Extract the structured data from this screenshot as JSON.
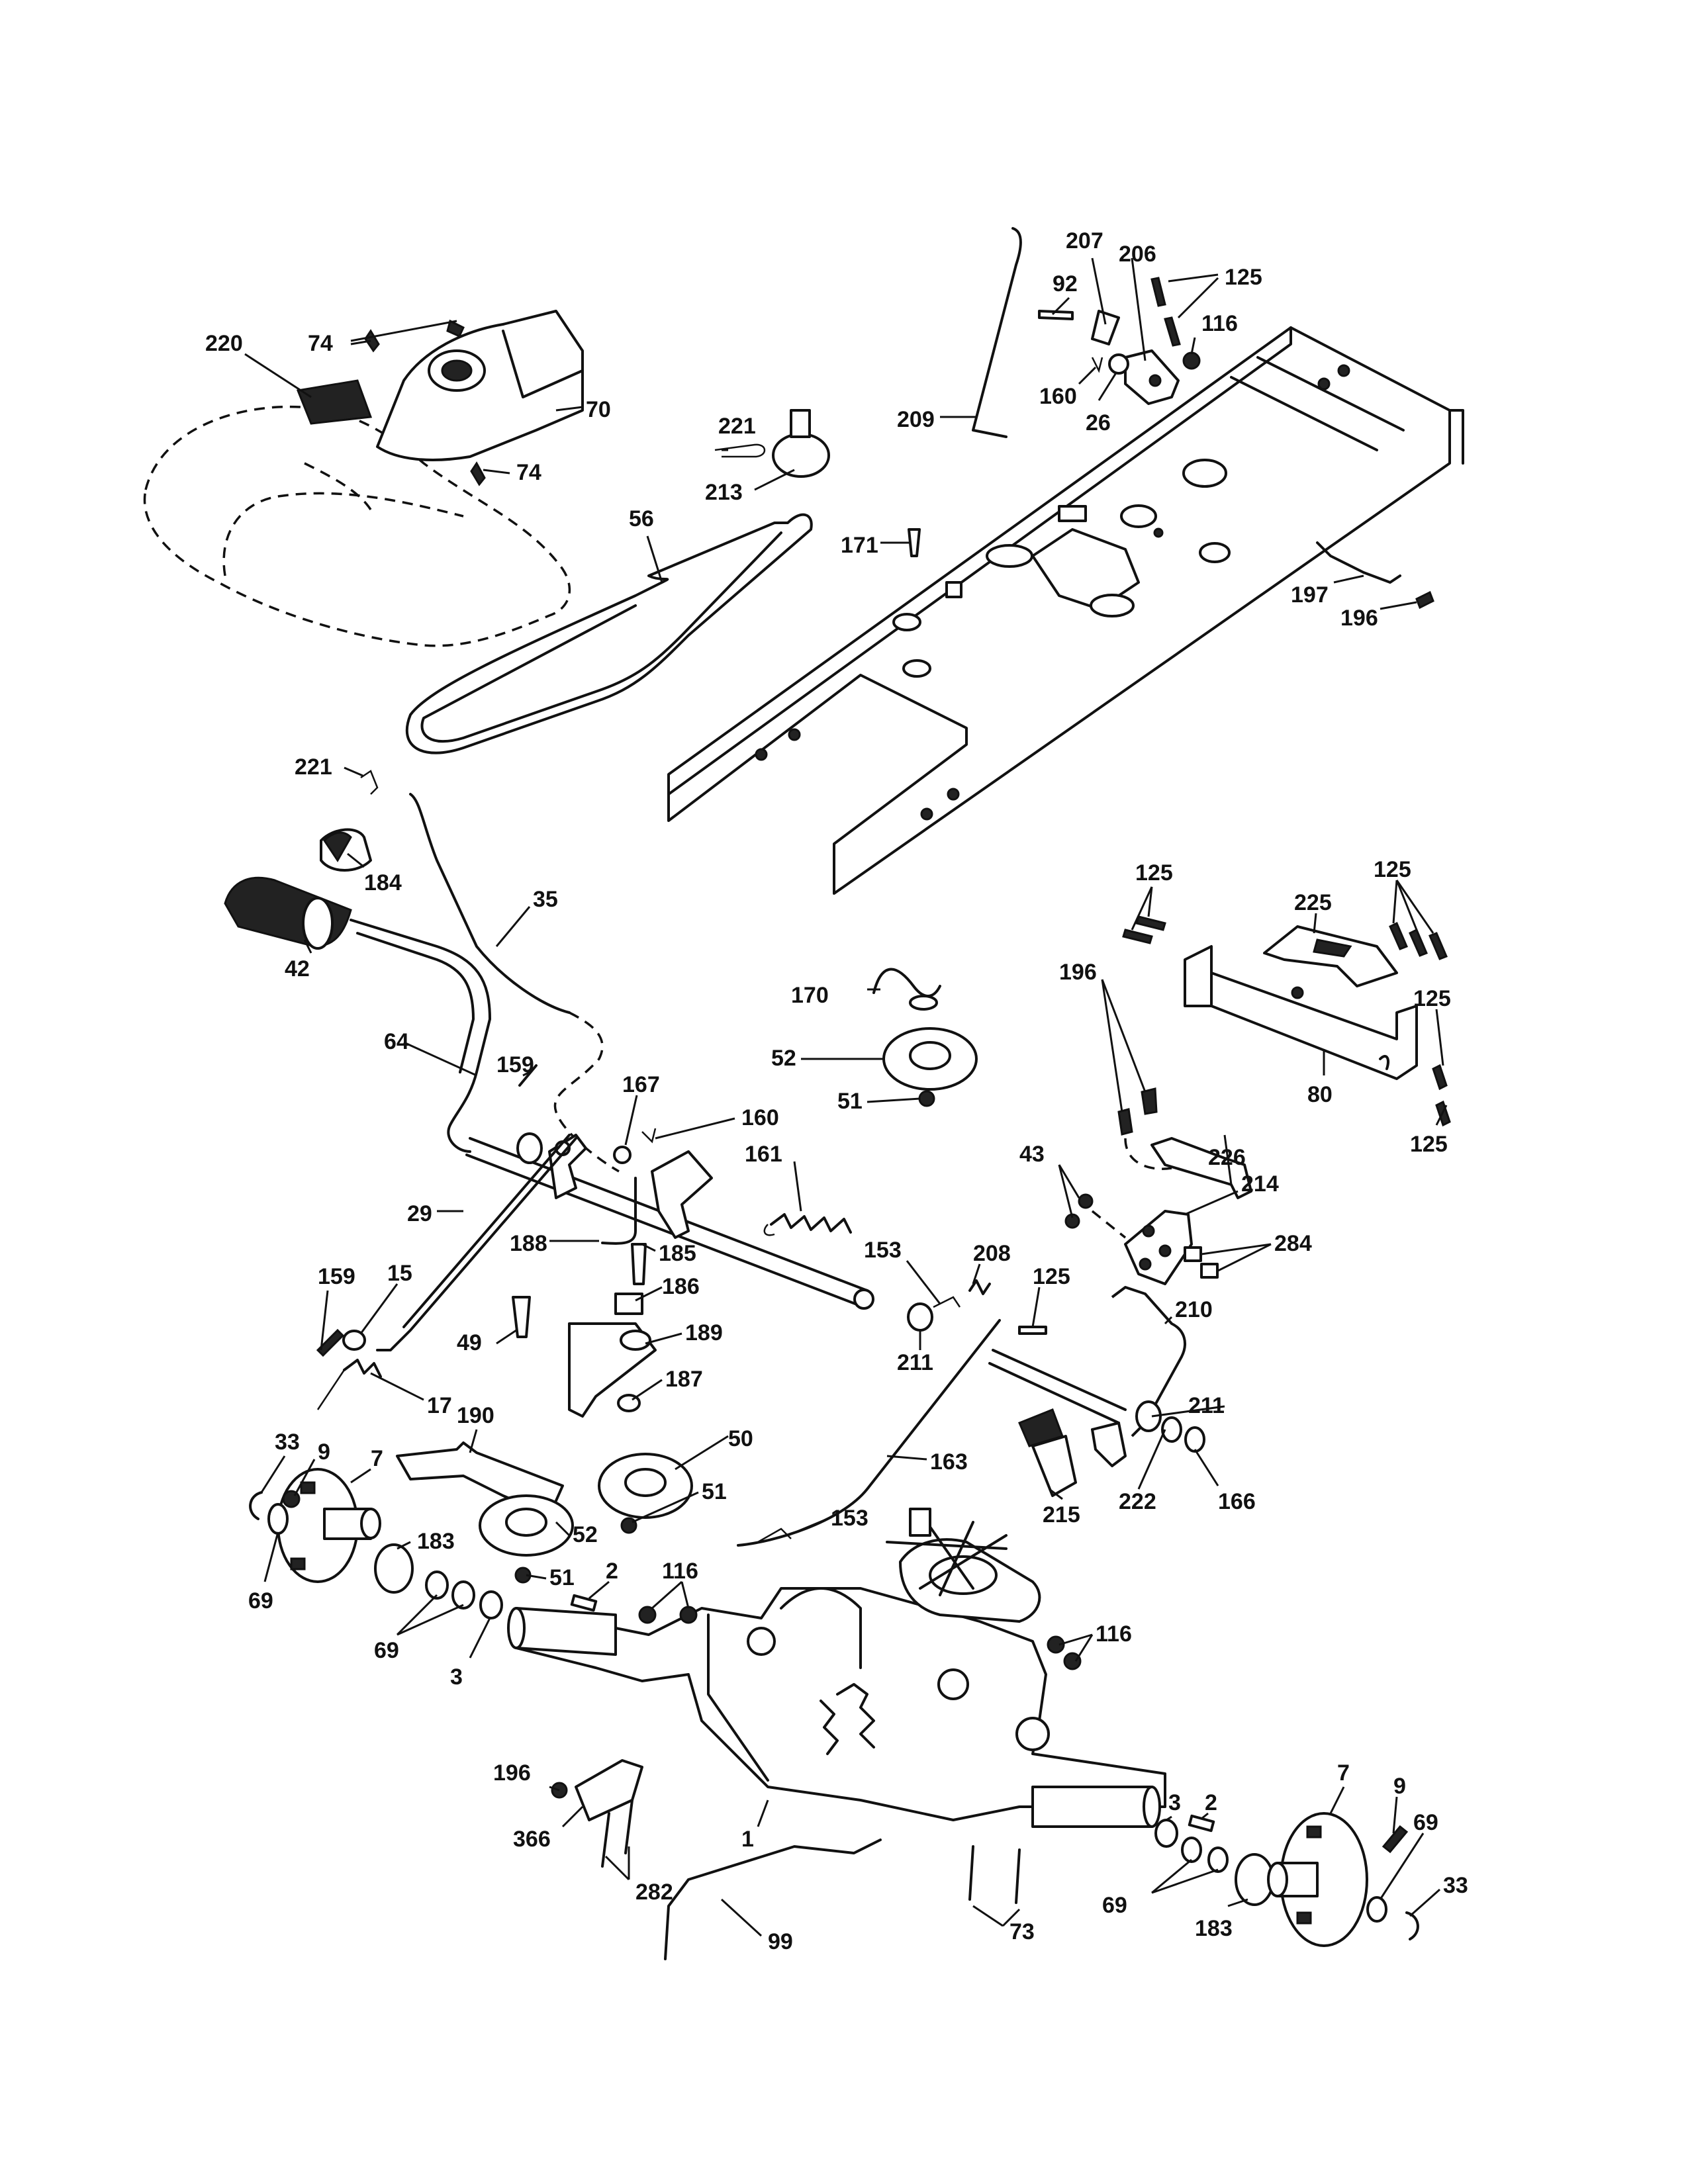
{
  "callouts": [
    {
      "id": "220",
      "label": "220"
    },
    {
      "id": "74a",
      "label": "74"
    },
    {
      "id": "70",
      "label": "70"
    },
    {
      "id": "74b",
      "label": "74"
    },
    {
      "id": "221a",
      "label": "221"
    },
    {
      "id": "213",
      "label": "213"
    },
    {
      "id": "56",
      "label": "56"
    },
    {
      "id": "209",
      "label": "209"
    },
    {
      "id": "92",
      "label": "92"
    },
    {
      "id": "207",
      "label": "207"
    },
    {
      "id": "206",
      "label": "206"
    },
    {
      "id": "125a",
      "label": "125"
    },
    {
      "id": "116a",
      "label": "116"
    },
    {
      "id": "160a",
      "label": "160"
    },
    {
      "id": "26",
      "label": "26"
    },
    {
      "id": "171",
      "label": "171"
    },
    {
      "id": "197",
      "label": "197"
    },
    {
      "id": "196a",
      "label": "196"
    },
    {
      "id": "221b",
      "label": "221"
    },
    {
      "id": "184",
      "label": "184"
    },
    {
      "id": "35",
      "label": "35"
    },
    {
      "id": "42",
      "label": "42"
    },
    {
      "id": "64",
      "label": "64"
    },
    {
      "id": "159a",
      "label": "159"
    },
    {
      "id": "167",
      "label": "167"
    },
    {
      "id": "160b",
      "label": "160"
    },
    {
      "id": "170",
      "label": "170"
    },
    {
      "id": "52a",
      "label": "52"
    },
    {
      "id": "51a",
      "label": "51"
    },
    {
      "id": "125b",
      "label": "125"
    },
    {
      "id": "225",
      "label": "225"
    },
    {
      "id": "125c",
      "label": "125"
    },
    {
      "id": "196b",
      "label": "196"
    },
    {
      "id": "125d",
      "label": "125"
    },
    {
      "id": "125e",
      "label": "125"
    },
    {
      "id": "226",
      "label": "226"
    },
    {
      "id": "80",
      "label": "80"
    },
    {
      "id": "29",
      "label": "29"
    },
    {
      "id": "161",
      "label": "161"
    },
    {
      "id": "43",
      "label": "43"
    },
    {
      "id": "214",
      "label": "214"
    },
    {
      "id": "188",
      "label": "188"
    },
    {
      "id": "185",
      "label": "185"
    },
    {
      "id": "284",
      "label": "284"
    },
    {
      "id": "159b",
      "label": "159"
    },
    {
      "id": "15",
      "label": "15"
    },
    {
      "id": "153a",
      "label": "153"
    },
    {
      "id": "208",
      "label": "208"
    },
    {
      "id": "125f",
      "label": "125"
    },
    {
      "id": "186",
      "label": "186"
    },
    {
      "id": "49",
      "label": "49"
    },
    {
      "id": "189",
      "label": "189"
    },
    {
      "id": "210",
      "label": "210"
    },
    {
      "id": "211a",
      "label": "211"
    },
    {
      "id": "17",
      "label": "17"
    },
    {
      "id": "187",
      "label": "187"
    },
    {
      "id": "211b",
      "label": "211"
    },
    {
      "id": "190",
      "label": "190"
    },
    {
      "id": "50",
      "label": "50"
    },
    {
      "id": "33a",
      "label": "33"
    },
    {
      "id": "9a",
      "label": "9"
    },
    {
      "id": "7a",
      "label": "7"
    },
    {
      "id": "163",
      "label": "163"
    },
    {
      "id": "222",
      "label": "222"
    },
    {
      "id": "166",
      "label": "166"
    },
    {
      "id": "51b",
      "label": "51"
    },
    {
      "id": "215",
      "label": "215"
    },
    {
      "id": "69a",
      "label": "69"
    },
    {
      "id": "183a",
      "label": "183"
    },
    {
      "id": "52b",
      "label": "52"
    },
    {
      "id": "153b",
      "label": "153"
    },
    {
      "id": "51c",
      "label": "51"
    },
    {
      "id": "2a",
      "label": "2"
    },
    {
      "id": "116b",
      "label": "116"
    },
    {
      "id": "69b",
      "label": "69"
    },
    {
      "id": "3a",
      "label": "3"
    },
    {
      "id": "116c",
      "label": "116"
    },
    {
      "id": "196c",
      "label": "196"
    },
    {
      "id": "3b",
      "label": "3"
    },
    {
      "id": "2b",
      "label": "2"
    },
    {
      "id": "7b",
      "label": "7"
    },
    {
      "id": "9b",
      "label": "9"
    },
    {
      "id": "366",
      "label": "366"
    },
    {
      "id": "1",
      "label": "1"
    },
    {
      "id": "282",
      "label": "282"
    },
    {
      "id": "69c",
      "label": "69"
    },
    {
      "id": "69d",
      "label": "69"
    },
    {
      "id": "33b",
      "label": "33"
    },
    {
      "id": "99",
      "label": "99"
    },
    {
      "id": "73",
      "label": "73"
    },
    {
      "id": "183b",
      "label": "183"
    }
  ]
}
